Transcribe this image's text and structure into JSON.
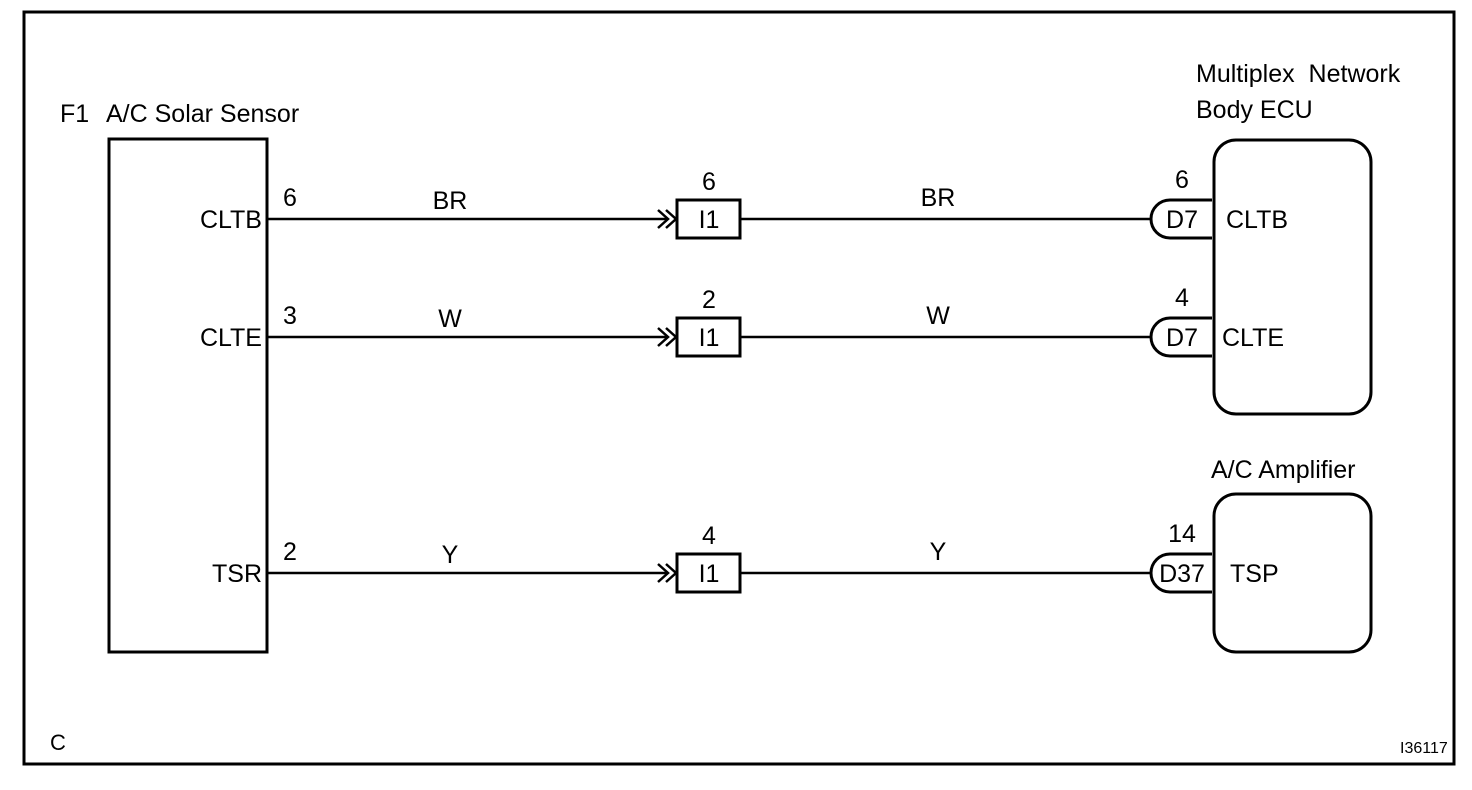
{
  "components": {
    "sensor": {
      "code": "F1",
      "name": "A/C Solar Sensor"
    },
    "ecu": {
      "name_line1": "Multiplex  Network",
      "name_line2": "Body ECU"
    },
    "amp": {
      "name": "A/C Amplifier"
    }
  },
  "wires": [
    {
      "sensor_terminal": "CLTB",
      "sensor_pin": "6",
      "color_left": "BR",
      "junction_pin": "6",
      "junction": "I1",
      "color_right": "BR",
      "dest_pin": "6",
      "dest_connector": "D7",
      "dest_terminal": "CLTB"
    },
    {
      "sensor_terminal": "CLTE",
      "sensor_pin": "3",
      "color_left": "W",
      "junction_pin": "2",
      "junction": "I1",
      "color_right": "W",
      "dest_pin": "4",
      "dest_connector": "D7",
      "dest_terminal": "CLTE"
    },
    {
      "sensor_terminal": "TSR",
      "sensor_pin": "2",
      "color_left": "Y",
      "junction_pin": "4",
      "junction": "I1",
      "color_right": "Y",
      "dest_pin": "14",
      "dest_connector": "D37",
      "dest_terminal": "TSP"
    }
  ],
  "footer": {
    "letter": "C",
    "figure_id": "I36117"
  }
}
